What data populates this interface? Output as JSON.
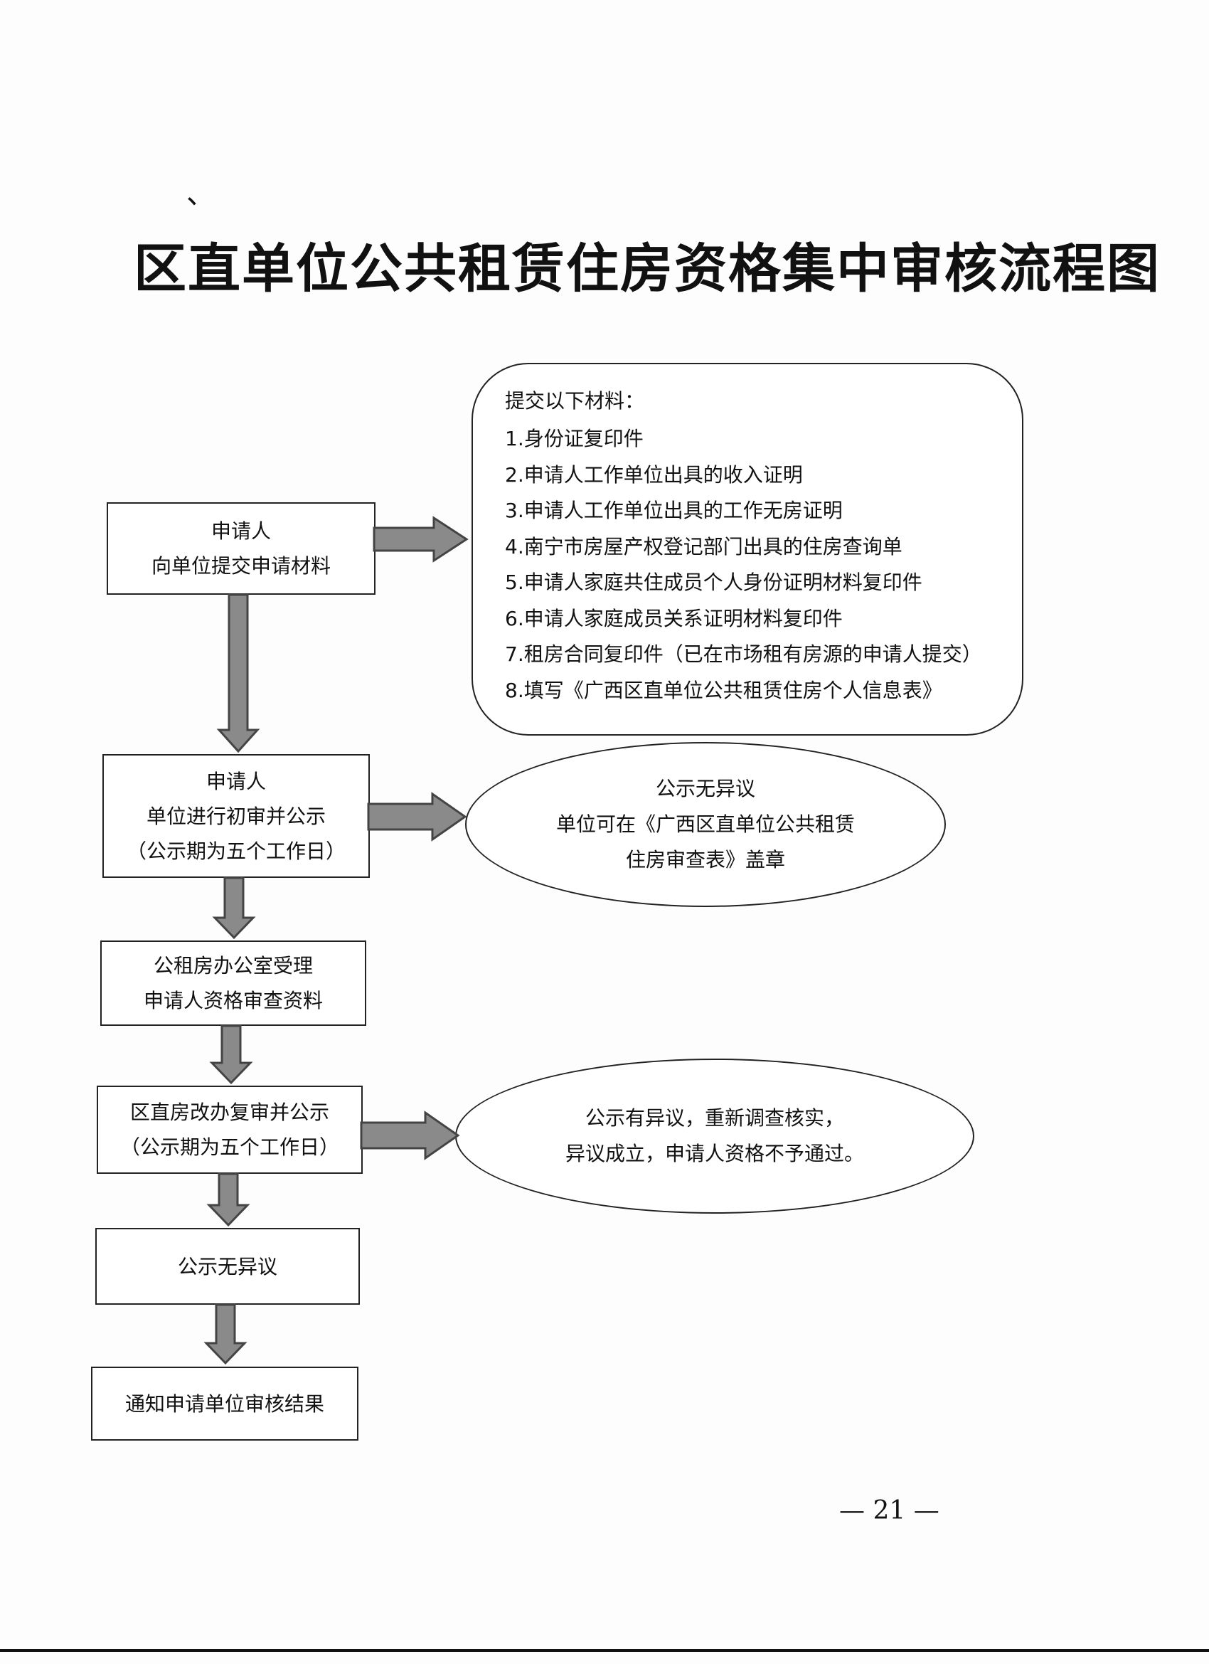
{
  "title": "区直单位公共租赁住房资格集中审核流程图",
  "corner_mark": "、",
  "steps": [
    {
      "lines": [
        "申请人",
        "向单位提交申请材料"
      ]
    },
    {
      "lines": [
        "申请人",
        "单位进行初审并公示",
        "（公示期为五个工作日）"
      ]
    },
    {
      "lines": [
        "公租房办公室受理",
        "申请人资格审查资料"
      ]
    },
    {
      "lines": [
        "区直房改办复审并公示",
        "（公示期为五个工作日）"
      ]
    },
    {
      "lines": [
        "公示无异议"
      ]
    },
    {
      "lines": [
        "通知申请单位审核结果"
      ]
    }
  ],
  "materials": {
    "header": "提交以下材料：",
    "items": [
      "1.身份证复印件",
      "2.申请人工作单位出具的收入证明",
      "3.申请人工作单位出具的工作无房证明",
      "4.南宁市房屋产权登记部门出具的住房查询单",
      "5.申请人家庭共住成员个人身份证明材料复印件",
      "6.申请人家庭成员关系证明材料复印件",
      "7.租房合同复印件（已在市场租有房源的申请人提交）",
      "8.填写《广西区直单位公共租赁住房个人信息表》"
    ]
  },
  "note_no_objection": {
    "lines": [
      "公示无异议",
      "单位可在《广西区直单位公共租赁",
      "住房审查表》盖章"
    ]
  },
  "note_objection": {
    "lines": [
      "公示有异议，重新调查核实，",
      "异议成立，申请人资格不予通过。"
    ]
  },
  "page_number": "— 21 —",
  "colors": {
    "arrow": "#8a8a8a",
    "arrow_edge": "#444444",
    "line": "#222222"
  }
}
